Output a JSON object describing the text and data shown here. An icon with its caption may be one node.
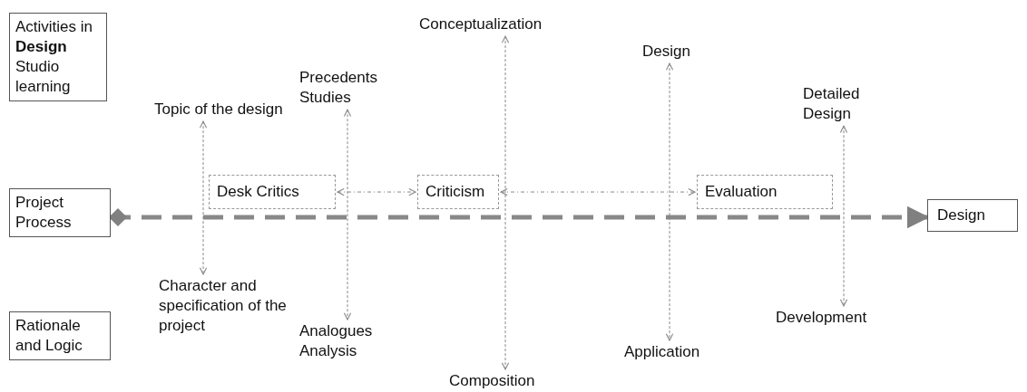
{
  "diagram": {
    "nodes": [
      {
        "text": [
          "Activities in **Design** Studio learning"
        ]
      },
      {
        "text": [
          "Project Process"
        ]
      },
      {
        "text": [
          "Rationale and Logic"
        ]
      },
      {
        "text": [
          "Topic of the design"
        ]
      },
      {
        "text": [
          "Character and specification of the project"
        ]
      },
      {
        "text": [
          "Precedents Studies"
        ]
      },
      {
        "text": [
          "Analogues Analysis"
        ]
      },
      {
        "text": [
          "Conceptualization"
        ]
      },
      {
        "text": [
          "Composition"
        ]
      },
      {
        "text": [
          "Design"
        ]
      },
      {
        "text": [
          "Application"
        ]
      },
      {
        "text": [
          "Detailed Design"
        ]
      },
      {
        "text": [
          "Development"
        ]
      },
      {
        "text": [
          "Desk Critics"
        ]
      },
      {
        "text": [
          "Criticism"
        ]
      },
      {
        "text": [
          "Evaluation"
        ]
      },
      {
        "text": [
          "Design"
        ]
      }
    ],
    "edges": [
      {
        "from": 3,
        "to": 4,
        "arrow": "both"
      },
      {
        "from": 5,
        "to": 6,
        "arrow": "both"
      },
      {
        "from": 7,
        "to": 8,
        "arrow": "both"
      },
      {
        "from": 9,
        "to": 10,
        "arrow": "both"
      },
      {
        "from": 11,
        "to": 12,
        "arrow": "both"
      },
      {
        "from": 13,
        "to": 14,
        "arrow": "both"
      },
      {
        "from": 14,
        "to": 15,
        "arrow": "both"
      },
      {
        "from": 1,
        "to": 16,
        "arrow": "to",
        "style": "dashed"
      }
    ]
  }
}
